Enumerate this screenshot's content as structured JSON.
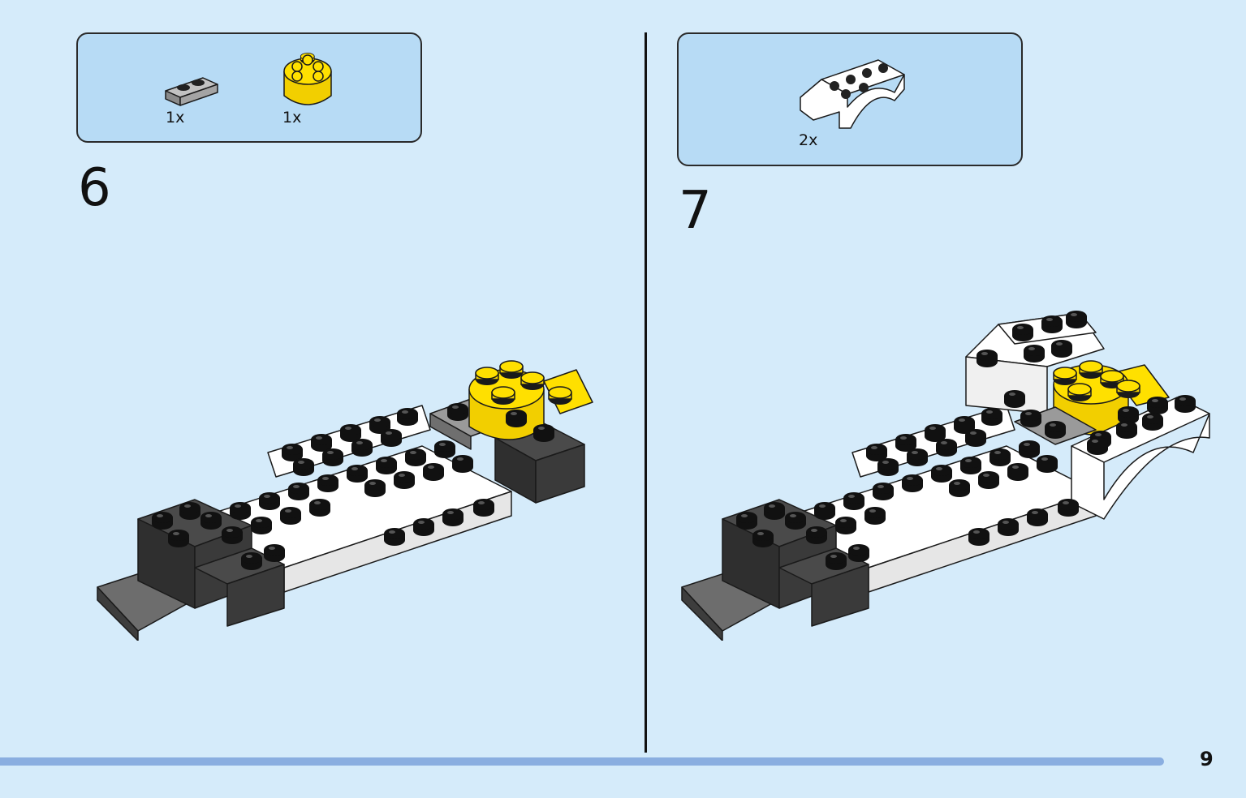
{
  "page": {
    "number": "9"
  },
  "steps": [
    {
      "number": "6",
      "parts": [
        {
          "quantity": "1x",
          "icon": "gray-plate-1x2-icon",
          "color": "#a4a4a4"
        },
        {
          "quantity": "1x",
          "icon": "yellow-round-brick-2x2-icon",
          "color": "#ffe000"
        }
      ]
    },
    {
      "number": "7",
      "parts": [
        {
          "quantity": "2x",
          "icon": "white-mudguard-arch-icon",
          "color": "#ffffff"
        }
      ]
    }
  ],
  "colors": {
    "background": "#d5ebfa",
    "callout": "#b7dbf5",
    "progress": "#8aaee0",
    "brick_white": "#ffffff",
    "brick_black": "#3a3a3a",
    "brick_yellow": "#ffe000",
    "brick_gray": "#a4a4a4"
  }
}
